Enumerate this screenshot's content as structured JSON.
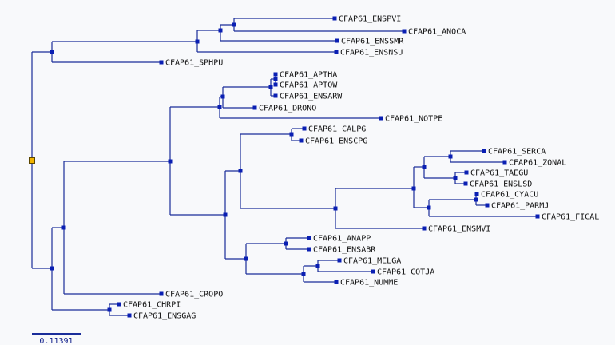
{
  "tree": {
    "leaves": [
      {
        "id": "l1",
        "label": "CFAP61_ENSPVI"
      },
      {
        "id": "l2",
        "label": "CFAP61_ANOCA"
      },
      {
        "id": "l3",
        "label": "CFAP61_ENSSMR"
      },
      {
        "id": "l4",
        "label": "CFAP61_ENSNSU"
      },
      {
        "id": "l5",
        "label": "CFAP61_SPHPU"
      },
      {
        "id": "l6",
        "label": "CFAP61_APTHA"
      },
      {
        "id": "l7",
        "label": "CFAP61_APTOW"
      },
      {
        "id": "l8",
        "label": "CFAP61_ENSARW"
      },
      {
        "id": "l9",
        "label": "CFAP61_DRONO"
      },
      {
        "id": "l10",
        "label": "CFAP61_NOTPE"
      },
      {
        "id": "l11",
        "label": "CFAP61_CALPG"
      },
      {
        "id": "l12",
        "label": "CFAP61_ENSCPG"
      },
      {
        "id": "l13",
        "label": "CFAP61_SERCA"
      },
      {
        "id": "l14",
        "label": "CFAP61_ZONAL"
      },
      {
        "id": "l15",
        "label": "CFAP61_TAEGU"
      },
      {
        "id": "l16",
        "label": "CFAP61_ENSLSD"
      },
      {
        "id": "l17",
        "label": "CFAP61_CYACU"
      },
      {
        "id": "l18",
        "label": "CFAP61_PARMJ"
      },
      {
        "id": "l19",
        "label": "CFAP61_FICAL"
      },
      {
        "id": "l20",
        "label": "CFAP61_ENSMVI"
      },
      {
        "id": "l21",
        "label": "CFAP61_ANAPP"
      },
      {
        "id": "l22",
        "label": "CFAP61_ENSABR"
      },
      {
        "id": "l23",
        "label": "CFAP61_MELGA"
      },
      {
        "id": "l24",
        "label": "CFAP61_COTJA"
      },
      {
        "id": "l25",
        "label": "CFAP61_NUMME"
      },
      {
        "id": "l26",
        "label": "CFAP61_CROPO"
      },
      {
        "id": "l27",
        "label": "CFAP61_CHRPI"
      },
      {
        "id": "l28",
        "label": "CFAP61_ENSGAG"
      }
    ]
  },
  "scale_bar": {
    "label": "0.11391",
    "value": 0.11391
  }
}
